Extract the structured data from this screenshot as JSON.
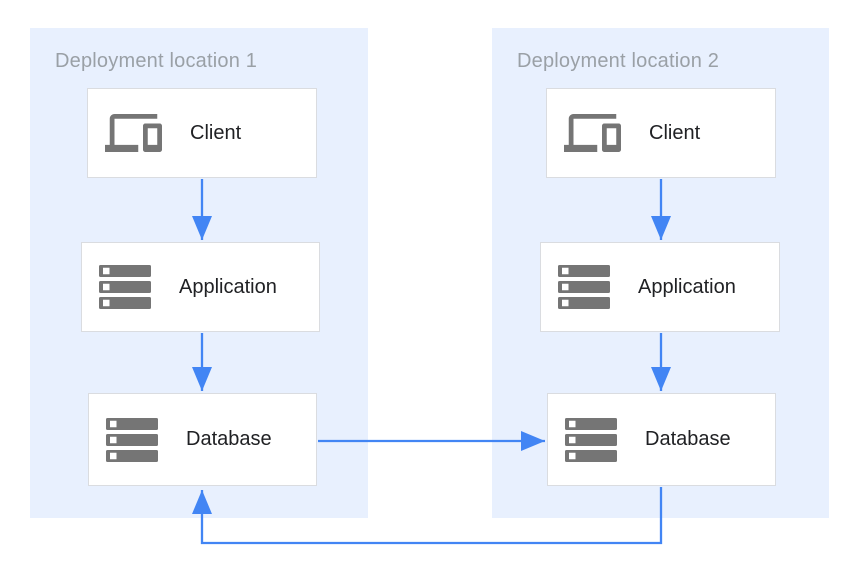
{
  "colors": {
    "panel_bg": "#E8F0FE",
    "panel_title": "#9AA0A6",
    "node_border": "#DADCE0",
    "node_label": "#202124",
    "icon": "#757575",
    "arrow": "#4285F4"
  },
  "locations": [
    {
      "title": "Deployment location 1",
      "nodes": [
        {
          "label": "Client",
          "icon": "devices-icon"
        },
        {
          "label": "Application",
          "icon": "server-stack-icon"
        },
        {
          "label": "Database",
          "icon": "server-stack-icon"
        }
      ]
    },
    {
      "title": "Deployment location 2",
      "nodes": [
        {
          "label": "Client",
          "icon": "devices-icon"
        },
        {
          "label": "Application",
          "icon": "server-stack-icon"
        },
        {
          "label": "Database",
          "icon": "server-stack-icon"
        }
      ]
    }
  ],
  "edges": [
    {
      "from": "location-1-client",
      "to": "location-1-application",
      "direction": "down"
    },
    {
      "from": "location-1-application",
      "to": "location-1-database",
      "direction": "down"
    },
    {
      "from": "location-2-client",
      "to": "location-2-application",
      "direction": "down"
    },
    {
      "from": "location-2-application",
      "to": "location-2-database",
      "direction": "down"
    },
    {
      "from": "location-1-database",
      "to": "location-2-database",
      "direction": "right"
    },
    {
      "from": "location-2-database",
      "to": "location-1-database",
      "direction": "down-left-up"
    }
  ]
}
